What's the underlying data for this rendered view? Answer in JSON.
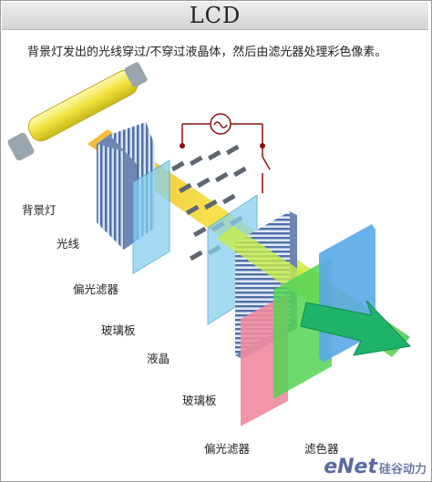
{
  "title": "LCD",
  "description": "背景灯发出的光线穿过/不穿过液晶体，然后由滤光器处理彩色像素。",
  "labels": {
    "backlight": "背景灯",
    "light": "光线",
    "polarizer1": "偏光滤器",
    "glass1": "玻璃板",
    "liquid_crystal": "液晶",
    "glass2": "玻璃板",
    "polarizer2": "偏光滤器",
    "color_filter": "滤色器"
  },
  "watermark": {
    "brand": "eNet",
    "sub": "硅谷动力"
  },
  "colors": {
    "backlight_tube": "#f0e23c",
    "light_beam": "#f6e33a",
    "beam_green": "#a6e64a",
    "polarizer": "#5c7fb8",
    "glass": "#7fc9ec",
    "filter_red": "#f08aa0",
    "filter_green": "#55d455",
    "filter_blue": "#5aa8e8",
    "arrow": "#1fb36a"
  },
  "icons": [
    "backlight-tube-icon",
    "voltage-source-icon",
    "switch-icon",
    "arrow-icon"
  ]
}
